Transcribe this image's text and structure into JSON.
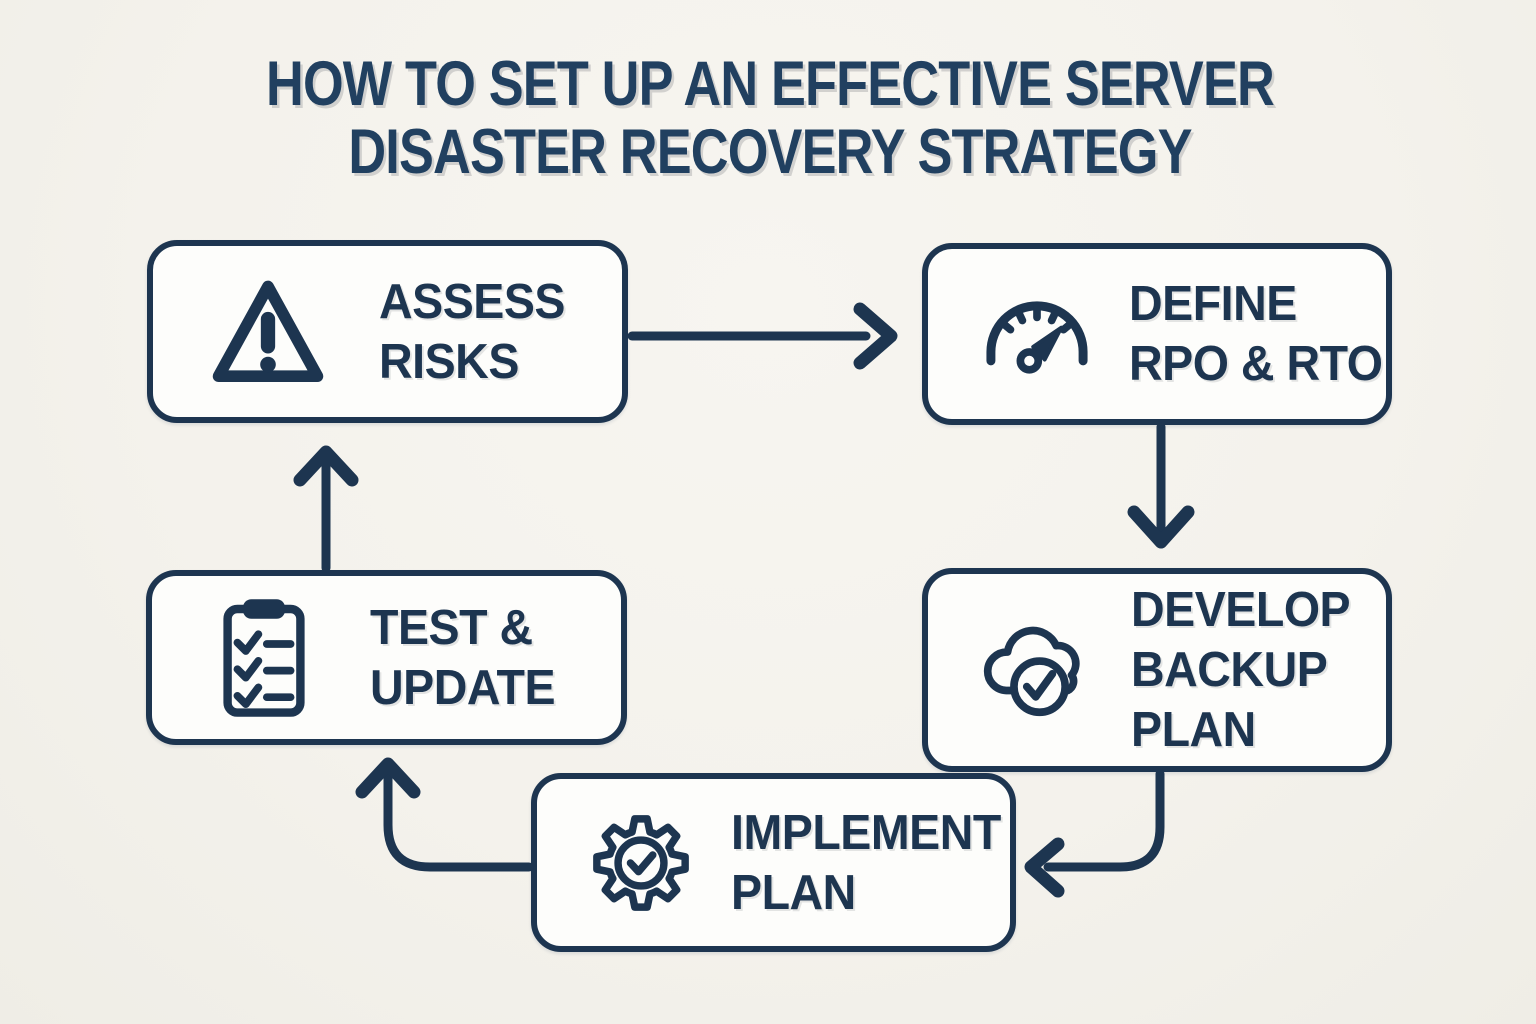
{
  "title": {
    "line1": "HOW TO SET UP AN EFFECTIVE SERVER",
    "line2": "DISASTER RECOVERY STRATEGY"
  },
  "colors": {
    "background": "#f4f2ec",
    "box_fill": "#fdfdfb",
    "ink": "#1d3550",
    "title_ink": "#214060"
  },
  "steps": [
    {
      "id": "assess-risks",
      "icon": "warning-triangle-icon",
      "label_lines": [
        "ASSESS",
        "RISKS"
      ]
    },
    {
      "id": "define-rpo-rto",
      "icon": "gauge-icon",
      "label_lines": [
        "DEFINE",
        "RPO & RTO"
      ]
    },
    {
      "id": "develop-backup-plan",
      "icon": "cloud-check-icon",
      "label_lines": [
        "DEVELOP",
        "BACKUP",
        "PLAN"
      ]
    },
    {
      "id": "implement-plan",
      "icon": "gear-check-icon",
      "label_lines": [
        "IMPLEMENT",
        "PLAN"
      ]
    },
    {
      "id": "test-update",
      "icon": "clipboard-checklist-icon",
      "label_lines": [
        "TEST &",
        "UPDATE"
      ]
    }
  ],
  "connections": [
    {
      "from": "assess-risks",
      "to": "define-rpo-rto"
    },
    {
      "from": "define-rpo-rto",
      "to": "develop-backup-plan"
    },
    {
      "from": "develop-backup-plan",
      "to": "implement-plan"
    },
    {
      "from": "implement-plan",
      "to": "test-update"
    },
    {
      "from": "test-update",
      "to": "assess-risks"
    }
  ]
}
